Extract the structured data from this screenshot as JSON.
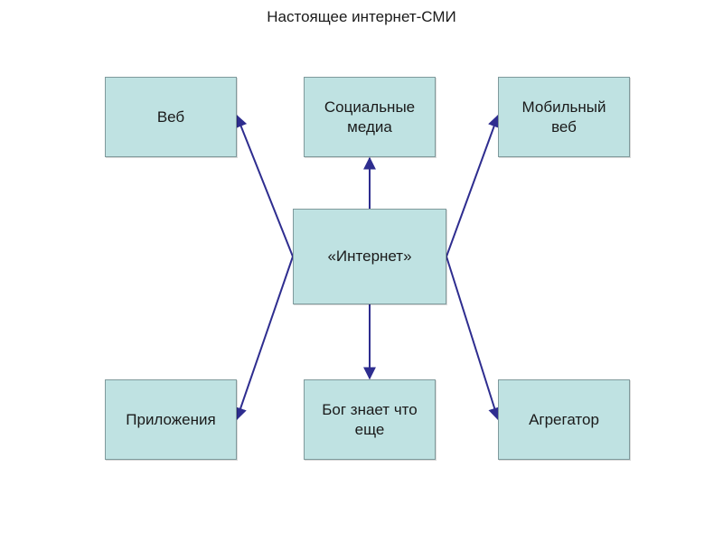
{
  "title": "Настоящее интернет-СМИ",
  "center": {
    "label": "«Интернет»"
  },
  "top_row": [
    {
      "key": "web",
      "label": "Веб"
    },
    {
      "key": "social",
      "label": "Социальные\nмедиа"
    },
    {
      "key": "mobile",
      "label": "Мобильный\nвеб"
    }
  ],
  "bottom_row": [
    {
      "key": "apps",
      "label": "Приложения"
    },
    {
      "key": "god",
      "label": "Бог знает что\nеще"
    },
    {
      "key": "aggregator",
      "label": "Агрегатор"
    }
  ],
  "colors": {
    "box_fill": "#bfe2e2",
    "box_border": "#7f9a9c",
    "arrow": "#2e2d8f"
  }
}
